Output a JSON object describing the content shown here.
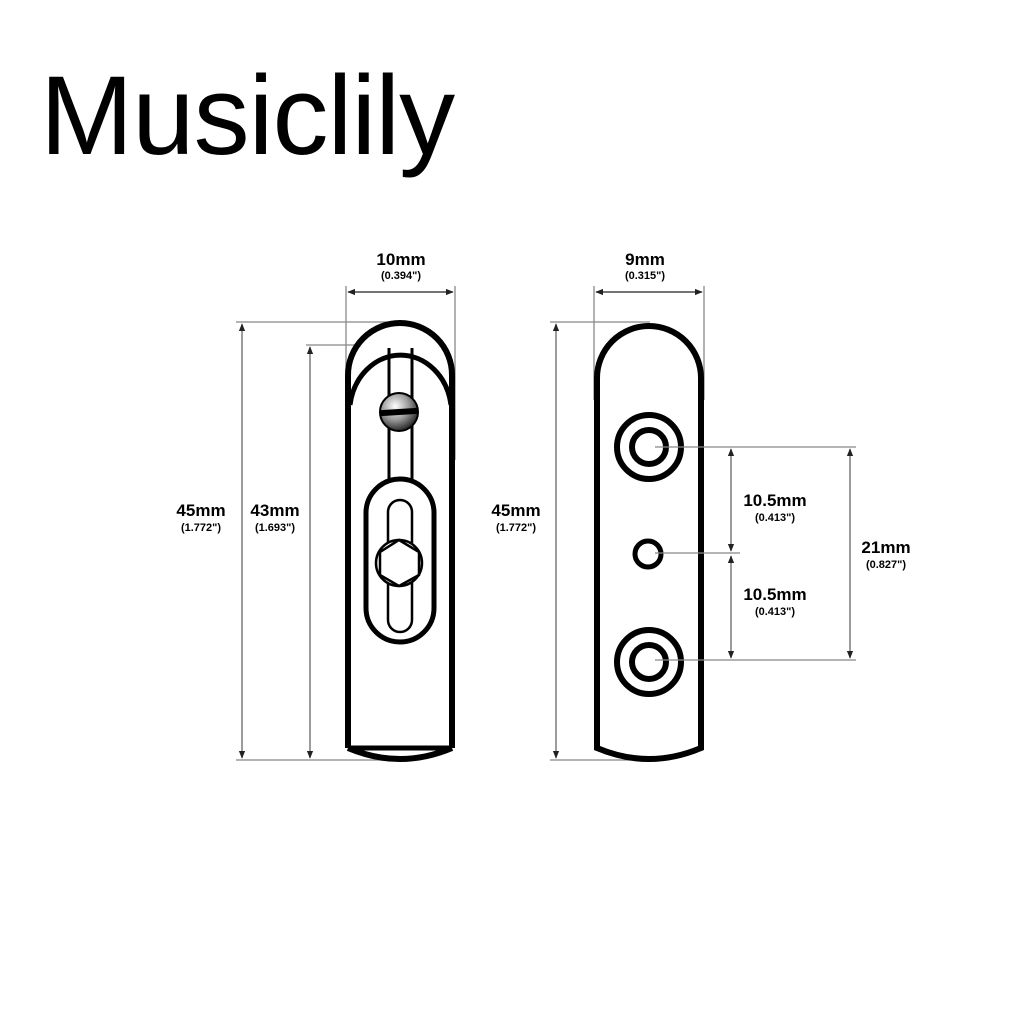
{
  "brand": {
    "title": "Musiclily"
  },
  "colors": {
    "outline": "#000000",
    "dimension_line": "#888888",
    "background": "#ffffff"
  },
  "side_view": {
    "width": {
      "mm": "10mm",
      "inch": "(0.394\")"
    },
    "overall_height": {
      "mm": "45mm",
      "inch": "(1.772\")"
    },
    "inner_height": {
      "mm": "43mm",
      "inch": "(1.693\")"
    },
    "parts": [
      "slotted-screw",
      "hex-screw",
      "slot-plate"
    ]
  },
  "front_view": {
    "width": {
      "mm": "9mm",
      "inch": "(0.315\")"
    },
    "overall_height": {
      "mm": "45mm",
      "inch": "(1.772\")"
    },
    "upper_spacing": {
      "mm": "10.5mm",
      "inch": "(0.413\")"
    },
    "lower_spacing": {
      "mm": "10.5mm",
      "inch": "(0.413\")"
    },
    "hole_spacing": {
      "mm": "21mm",
      "inch": "(0.827\")"
    },
    "parts": [
      "upper-countersunk-hole",
      "center-hole",
      "lower-countersunk-hole"
    ]
  }
}
